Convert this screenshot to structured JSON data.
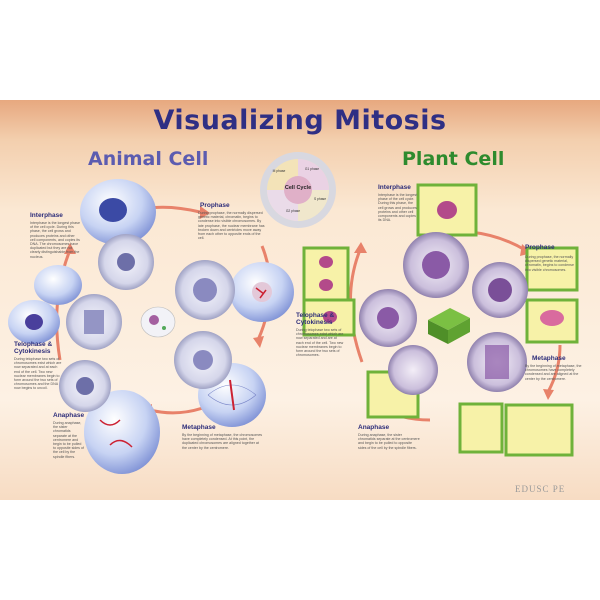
{
  "title": "Visualizing Mitosis",
  "animal_cell": {
    "heading": "Animal Cell",
    "phases": [
      {
        "name": "Interphase",
        "text": "Interphase is the longest phase of the cell cycle. During this phase, the cell grows and produces proteins and other cell components, and copies its DNA. The chromosomes have duplicated but they are not clearly distinguishable from the nucleus."
      },
      {
        "name": "Prophase",
        "text": "During prophase, the normally dispersed genetic material, chromatin, begins to condense into visible chromosomes. By late prophase, the nuclear membrane has broken down and centrioles move away from each other to opposite ends of the cell."
      },
      {
        "name": "Metaphase",
        "text": "By the beginning of metaphase, the chromosomes have completely condensed. At this point, the duplicated chromosomes are aligned together at the center by the centromere."
      },
      {
        "name": "Anaphase",
        "text": "During anaphase, the sister chromatids separate at the centromere and begin to be pulled to opposite sides of the cell by the spindle fibers."
      },
      {
        "name": "Telophase & Cytokinesis",
        "text": "During telophase two sets of chromosomes exist which are now separated and at each end of the cell. Two new nuclear membranes begin to form around the two sets of chromosomes and the DNA now begins to uncoil."
      }
    ]
  },
  "plant_cell": {
    "heading": "Plant Cell",
    "phases": [
      {
        "name": "Interphase",
        "text": "Interphase is the longest phase of the cell cycle. During this phase, the cell grows and produces proteins and other cell components and copies its DNA."
      },
      {
        "name": "Prophase",
        "text": "During prophase, the normally dispersed genetic material, chromatin, begins to condense into visible chromosomes."
      },
      {
        "name": "Metaphase",
        "text": "By the beginning of metaphase, the chromosomes have completely condensed and are aligned at the center by the centromere."
      },
      {
        "name": "Anaphase",
        "text": "During anaphase, the sister chromatids separate at the centromere and begin to be pulled to opposite sides of the cell by the spindle fibers."
      },
      {
        "name": "Telophase & Cytokinesis",
        "text": "During telophase two sets of chromosomes exist which are now separated and are at each end of the cell. Two new nuclear membranes begin to form around the two sets of chromosomes."
      }
    ]
  },
  "cell_cycle": {
    "center_label": "Cell Cycle",
    "segments": [
      "G1 phase",
      "S phase",
      "G2 phase",
      "M phase"
    ]
  },
  "logo": "EDUSC PE",
  "colors": {
    "title": "#2f2f84",
    "animal_heading": "#5c5cb0",
    "plant_heading": "#2e8b2e",
    "arrow": "#e8826a"
  }
}
